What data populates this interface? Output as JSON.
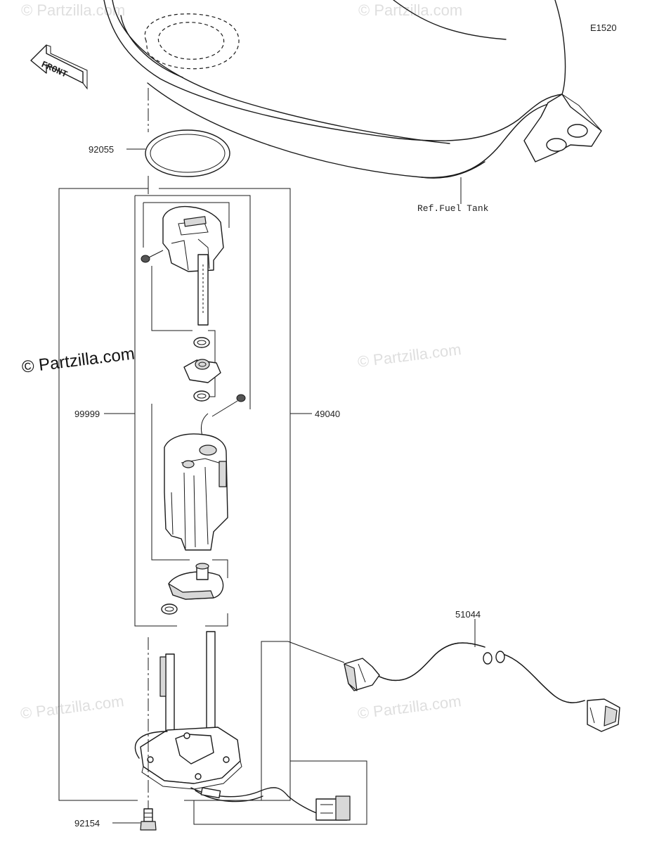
{
  "diagram": {
    "code": "E1520",
    "front_label": "FRONT",
    "ref_label": "Ref.Fuel Tank",
    "watermark": "© Partzilla.com",
    "parts": [
      {
        "number": "92055"
      },
      {
        "number": "99999"
      },
      {
        "number": "49040"
      },
      {
        "number": "51044"
      },
      {
        "number": "92154"
      }
    ]
  }
}
